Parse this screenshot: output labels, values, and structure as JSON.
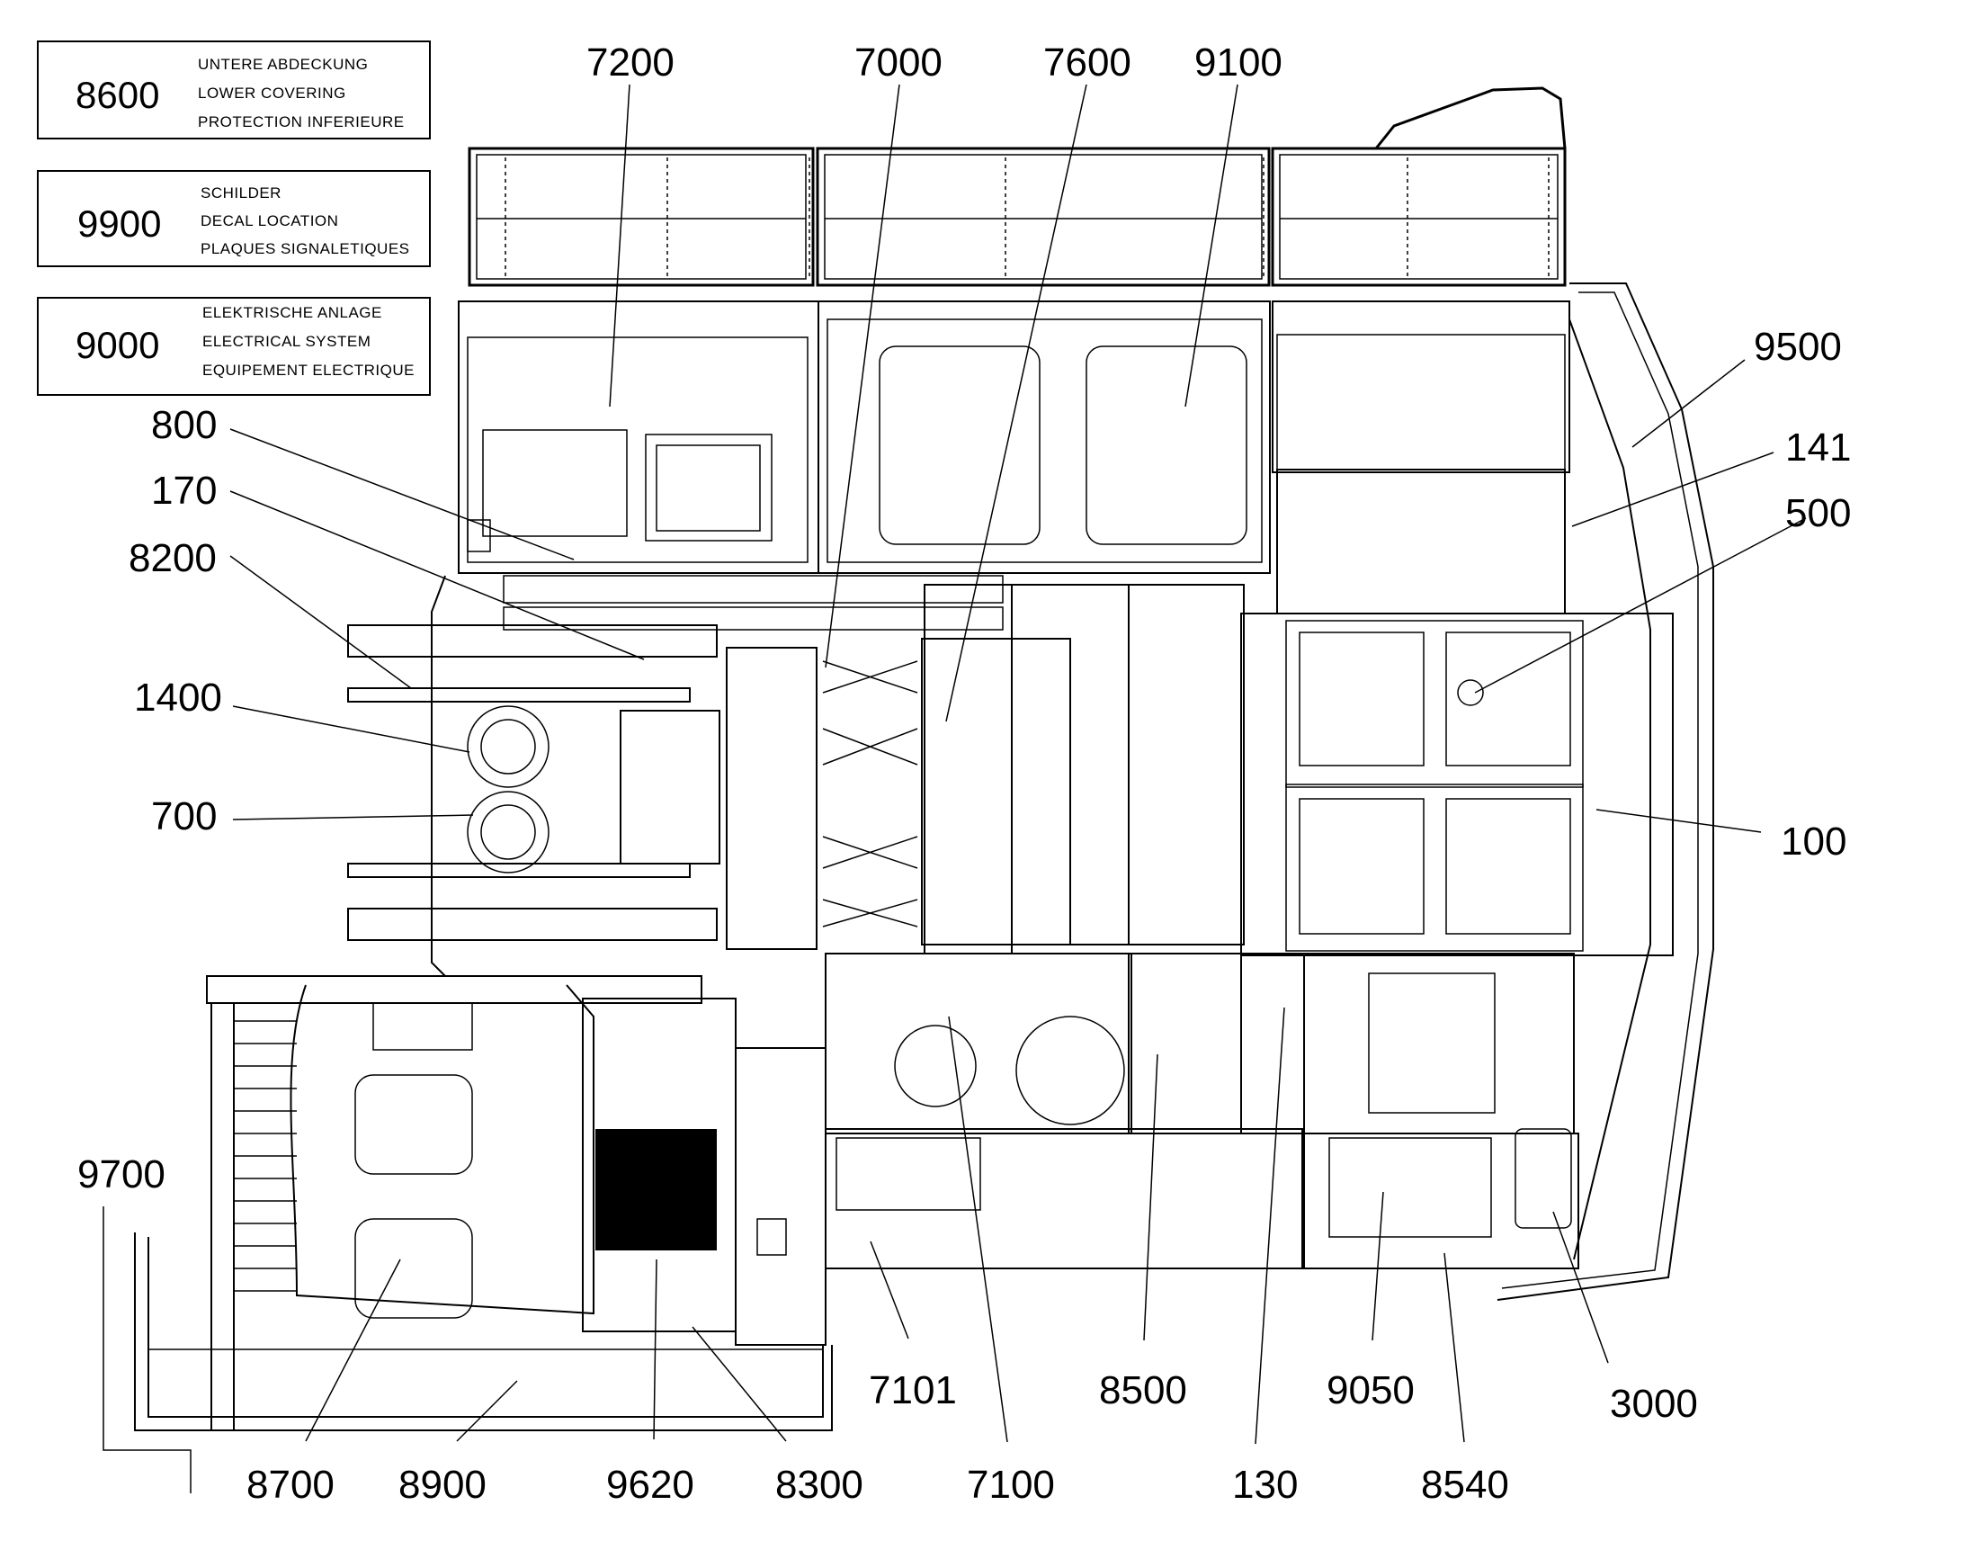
{
  "legend": [
    {
      "number": "8600",
      "lines": [
        "UNTERE ABDECKUNG",
        "LOWER COVERING",
        "PROTECTION INFERIEURE"
      ]
    },
    {
      "number": "9900",
      "lines": [
        "SCHILDER",
        "DECAL LOCATION",
        "PLAQUES SIGNALETIQUES"
      ]
    },
    {
      "number": "9000",
      "lines": [
        "ELEKTRISCHE ANLAGE",
        "ELECTRICAL SYSTEM",
        "EQUIPEMENT ELECTRIQUE"
      ]
    }
  ],
  "callouts": [
    "7200",
    "7000",
    "7600",
    "9100",
    "9500",
    "141",
    "500",
    "800",
    "170",
    "8200",
    "1400",
    "700",
    "100",
    "9700",
    "7101",
    "8500",
    "9050",
    "3000",
    "8700",
    "8900",
    "9620",
    "8300",
    "7100",
    "130",
    "8540"
  ]
}
